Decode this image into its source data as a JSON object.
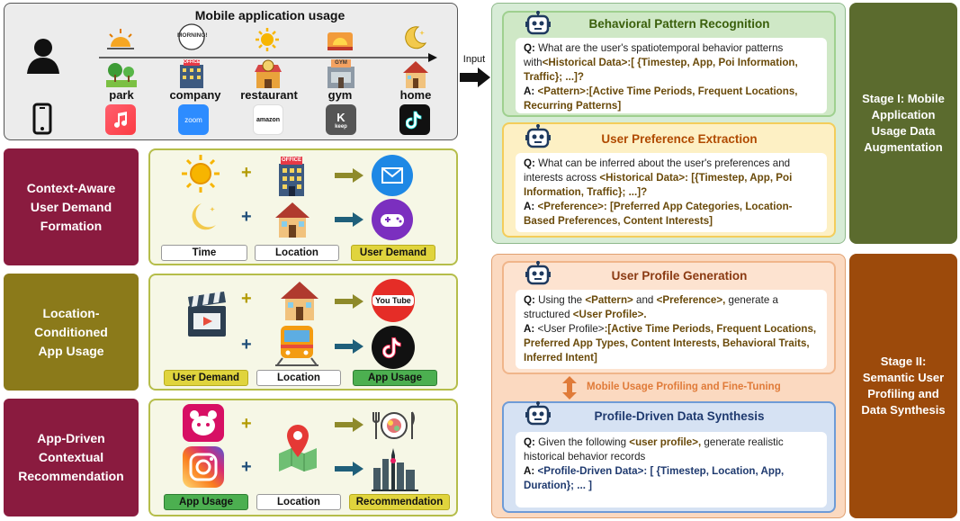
{
  "top": {
    "title": "Mobile application usage",
    "places": [
      "park",
      "company",
      "restaurant",
      "gym",
      "home"
    ],
    "apps": [
      "zoom",
      "amazon",
      "keep"
    ]
  },
  "rows": [
    {
      "label": "Context-Aware User Demand Formation",
      "tags": [
        "Time",
        "Location",
        "User Demand"
      ]
    },
    {
      "label": "Location-Conditioned App Usage",
      "tags": [
        "User Demand",
        "Location",
        "App Usage"
      ]
    },
    {
      "label": "App-Driven Contextual Recommendation",
      "tags": [
        "App Usage",
        "Location",
        "Recommendation"
      ]
    }
  ],
  "input_label": "Input",
  "icon_text": {
    "office": "OFFICE",
    "gym": "GYM",
    "morning": "MORNING!",
    "youtube": "You Tube"
  },
  "stage1": {
    "label": "Stage I: Mobile Application Usage Data Augmentation",
    "cards": [
      {
        "title": "Behavioral Pattern Recognition",
        "q": "Q:",
        "q_text": " What are the user's spatiotemporal behavior patterns with",
        "q_bold": "<Historical Data>:[ {Timestep, App, Poi Information, Traffic}; ...]?",
        "a": "A:",
        "a_bold": " <Pattern>:[Active Time Periods, Frequent Locations, Recurring Patterns]"
      },
      {
        "title": "User Preference Extraction",
        "q": "Q:",
        "q_text": " What can be inferred about the user's preferences and interests across ",
        "q_bold": "<Historical Data>: [{Timestep, App, Poi Information, Traffic}; ...]?",
        "a": "A:",
        "a_bold": " <Preference>: [Preferred App Categories, Location-Based Preferences, Content Interests]"
      }
    ]
  },
  "stage2": {
    "label": "Stage II: Semantic User Profiling and Data Synthesis",
    "cards": [
      {
        "title": "User Profile Generation",
        "q": "Q:",
        "q_text1": " Using the ",
        "q_b1": "<Pattern>",
        "q_text2": " and ",
        "q_b2": "<Preference>,",
        "q_text3": " generate a structured ",
        "q_b3": "<User Profile>.",
        "a": "A:",
        "a_text": " <User Profile>",
        "a_bold": ":[Active Time Periods, Frequent Locations, Preferred App Types, Content Interests, Behavioral Traits, Inferred Intent]"
      },
      {
        "title": "Profile-Driven Data Synthesis",
        "q": "Q:",
        "q_text1": " Given the following ",
        "q_b1": "<user profile>,",
        "q_text2": " generate realistic historical behavior records",
        "a": "A:",
        "a_bold": " <Profile-Driven Data>: [ {Timestep, Location, App, Duration}; ... ]"
      }
    ],
    "connector": "Mobile Usage Profiling and Fine-Tuning"
  }
}
